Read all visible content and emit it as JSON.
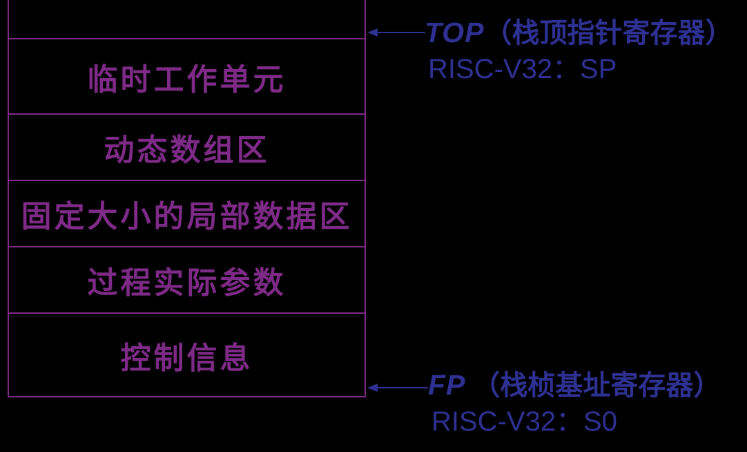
{
  "colors": {
    "background": "#000000",
    "stack_border": "#7E2A87",
    "stack_label_text": "#7E2A87",
    "annotation_text": "#2E3192"
  },
  "stack": {
    "rows": [
      {
        "label": ""
      },
      {
        "label": "临时工作单元"
      },
      {
        "label": "动态数组区"
      },
      {
        "label": "固定大小的局部数据区"
      },
      {
        "label": "过程实际参数"
      },
      {
        "label": "控制信息"
      }
    ]
  },
  "annotations": {
    "top_pointer": {
      "register": "TOP",
      "register_description": "（栈顶指针寄存器）",
      "riscv_mapping": "RISC-V32：SP"
    },
    "frame_pointer": {
      "register": "FP",
      "register_description": "（栈桢基址寄存器）",
      "riscv_mapping": "RISC-V32：S0"
    }
  }
}
